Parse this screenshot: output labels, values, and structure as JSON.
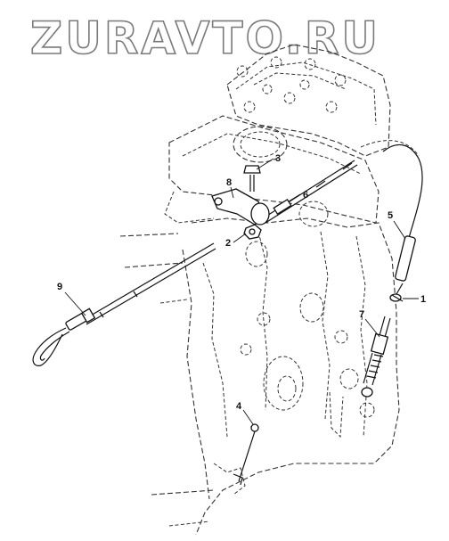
{
  "watermark": "ZURAVTO.RU",
  "callouts": [
    {
      "id": "1",
      "text": "1"
    },
    {
      "id": "2",
      "text": "2"
    },
    {
      "id": "3",
      "text": "3"
    },
    {
      "id": "4",
      "text": "4"
    },
    {
      "id": "5",
      "text": "5"
    },
    {
      "id": "6",
      "text": "6"
    },
    {
      "id": "7",
      "text": "7"
    },
    {
      "id": "8",
      "text": "8"
    },
    {
      "id": "9",
      "text": "9"
    }
  ]
}
